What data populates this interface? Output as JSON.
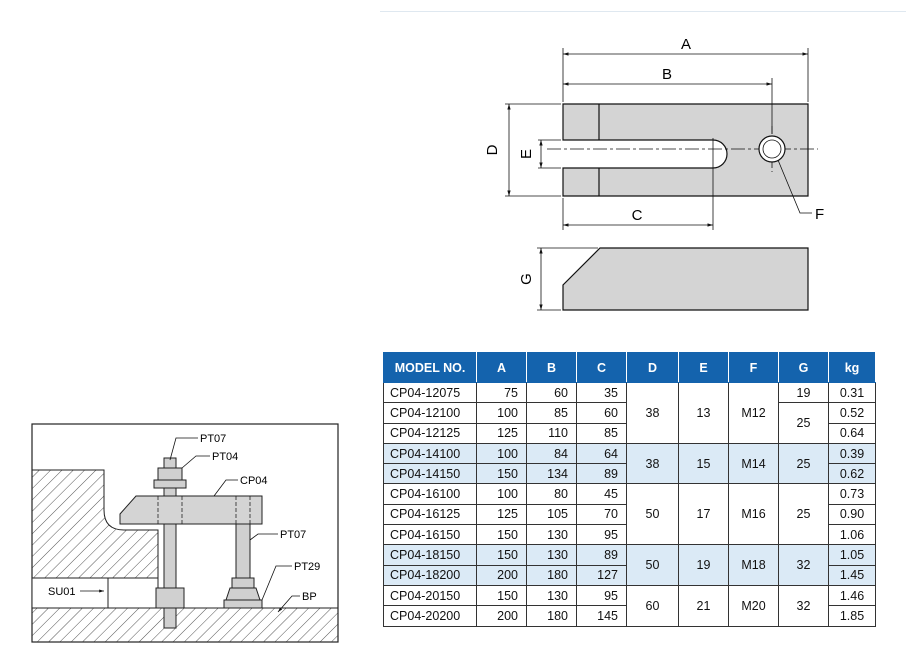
{
  "drawing": {
    "dim_a": "A",
    "dim_b": "B",
    "dim_c": "C",
    "dim_d": "D",
    "dim_e": "E",
    "dim_f": "F",
    "dim_g": "G"
  },
  "assembly": {
    "pt07_top": "PT07",
    "pt04": "PT04",
    "cp04": "CP04",
    "pt07_side": "PT07",
    "pt29": "PT29",
    "su01": "SU01",
    "bp": "BP"
  },
  "table": {
    "headers": {
      "model": "MODEL NO.",
      "a": "A",
      "b": "B",
      "c": "C",
      "d": "D",
      "e": "E",
      "f": "F",
      "g": "G",
      "kg": "kg"
    },
    "rows": [
      {
        "model": "CP04-12075",
        "a": "75",
        "b": "60",
        "c": "35",
        "kg": "0.31"
      },
      {
        "model": "CP04-12100",
        "a": "100",
        "b": "85",
        "c": "60",
        "kg": "0.52"
      },
      {
        "model": "CP04-12125",
        "a": "125",
        "b": "110",
        "c": "85",
        "kg": "0.64"
      },
      {
        "model": "CP04-14100",
        "a": "100",
        "b": "84",
        "c": "64",
        "kg": "0.39"
      },
      {
        "model": "CP04-14150",
        "a": "150",
        "b": "134",
        "c": "89",
        "kg": "0.62"
      },
      {
        "model": "CP04-16100",
        "a": "100",
        "b": "80",
        "c": "45",
        "kg": "0.73"
      },
      {
        "model": "CP04-16125",
        "a": "125",
        "b": "105",
        "c": "70",
        "kg": "0.90"
      },
      {
        "model": "CP04-16150",
        "a": "150",
        "b": "130",
        "c": "95",
        "kg": "1.06"
      },
      {
        "model": "CP04-18150",
        "a": "150",
        "b": "130",
        "c": "89",
        "kg": "1.05"
      },
      {
        "model": "CP04-18200",
        "a": "200",
        "b": "180",
        "c": "127",
        "kg": "1.45"
      },
      {
        "model": "CP04-20150",
        "a": "150",
        "b": "130",
        "c": "95",
        "kg": "1.46"
      },
      {
        "model": "CP04-20200",
        "a": "200",
        "b": "180",
        "c": "145",
        "kg": "1.85"
      }
    ],
    "groups": [
      {
        "d": "38",
        "e": "13",
        "f": "M12",
        "g1": "19",
        "g2": "25"
      },
      {
        "d": "38",
        "e": "15",
        "f": "M14",
        "g": "25"
      },
      {
        "d": "50",
        "e": "17",
        "f": "M16",
        "g": "25"
      },
      {
        "d": "50",
        "e": "19",
        "f": "M18",
        "g": "32"
      },
      {
        "d": "60",
        "e": "21",
        "f": "M20",
        "g": "32"
      }
    ]
  },
  "colors": {
    "header_bg": "#1463ad",
    "highlight_row": "#dbeaf6",
    "part_fill": "#d4d4d4"
  }
}
